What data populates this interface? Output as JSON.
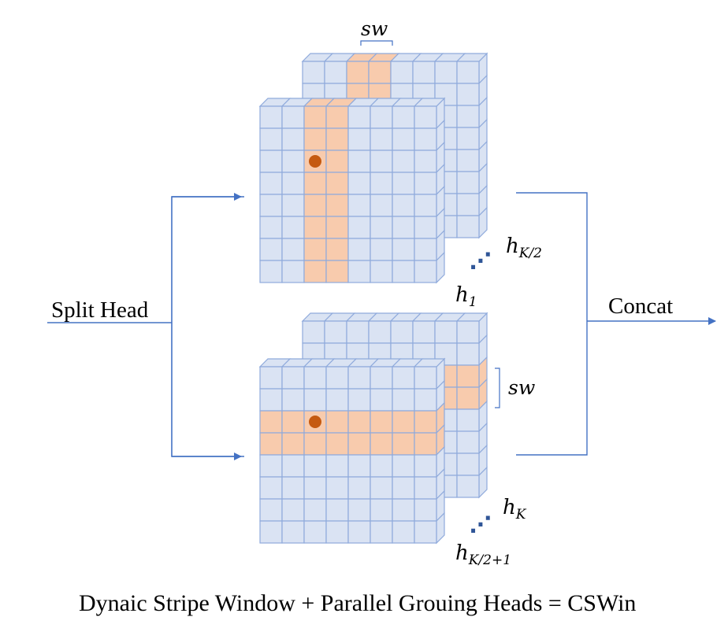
{
  "labels": {
    "split_head": "Split Head",
    "concat": "Concat",
    "caption": "Dynaic Stripe Window + Parallel Grouing Heads = CSWin",
    "sw_top": "sw",
    "sw_right": "sw",
    "h1_base": "h",
    "h1_sub": "1",
    "hk2_base": "h",
    "hk2_sub": "K/2",
    "hk_base": "h",
    "hk_sub": "K",
    "hk21_base": "h",
    "hk21_sub": "K/2+1",
    "dots": "⋰"
  },
  "colors": {
    "cell": "#dae3f3",
    "cell_border": "#8faadc",
    "stripe": "#f8cbad",
    "dot": "#c55a11",
    "arrow": "#4472c4",
    "line": "#4472c4"
  }
}
